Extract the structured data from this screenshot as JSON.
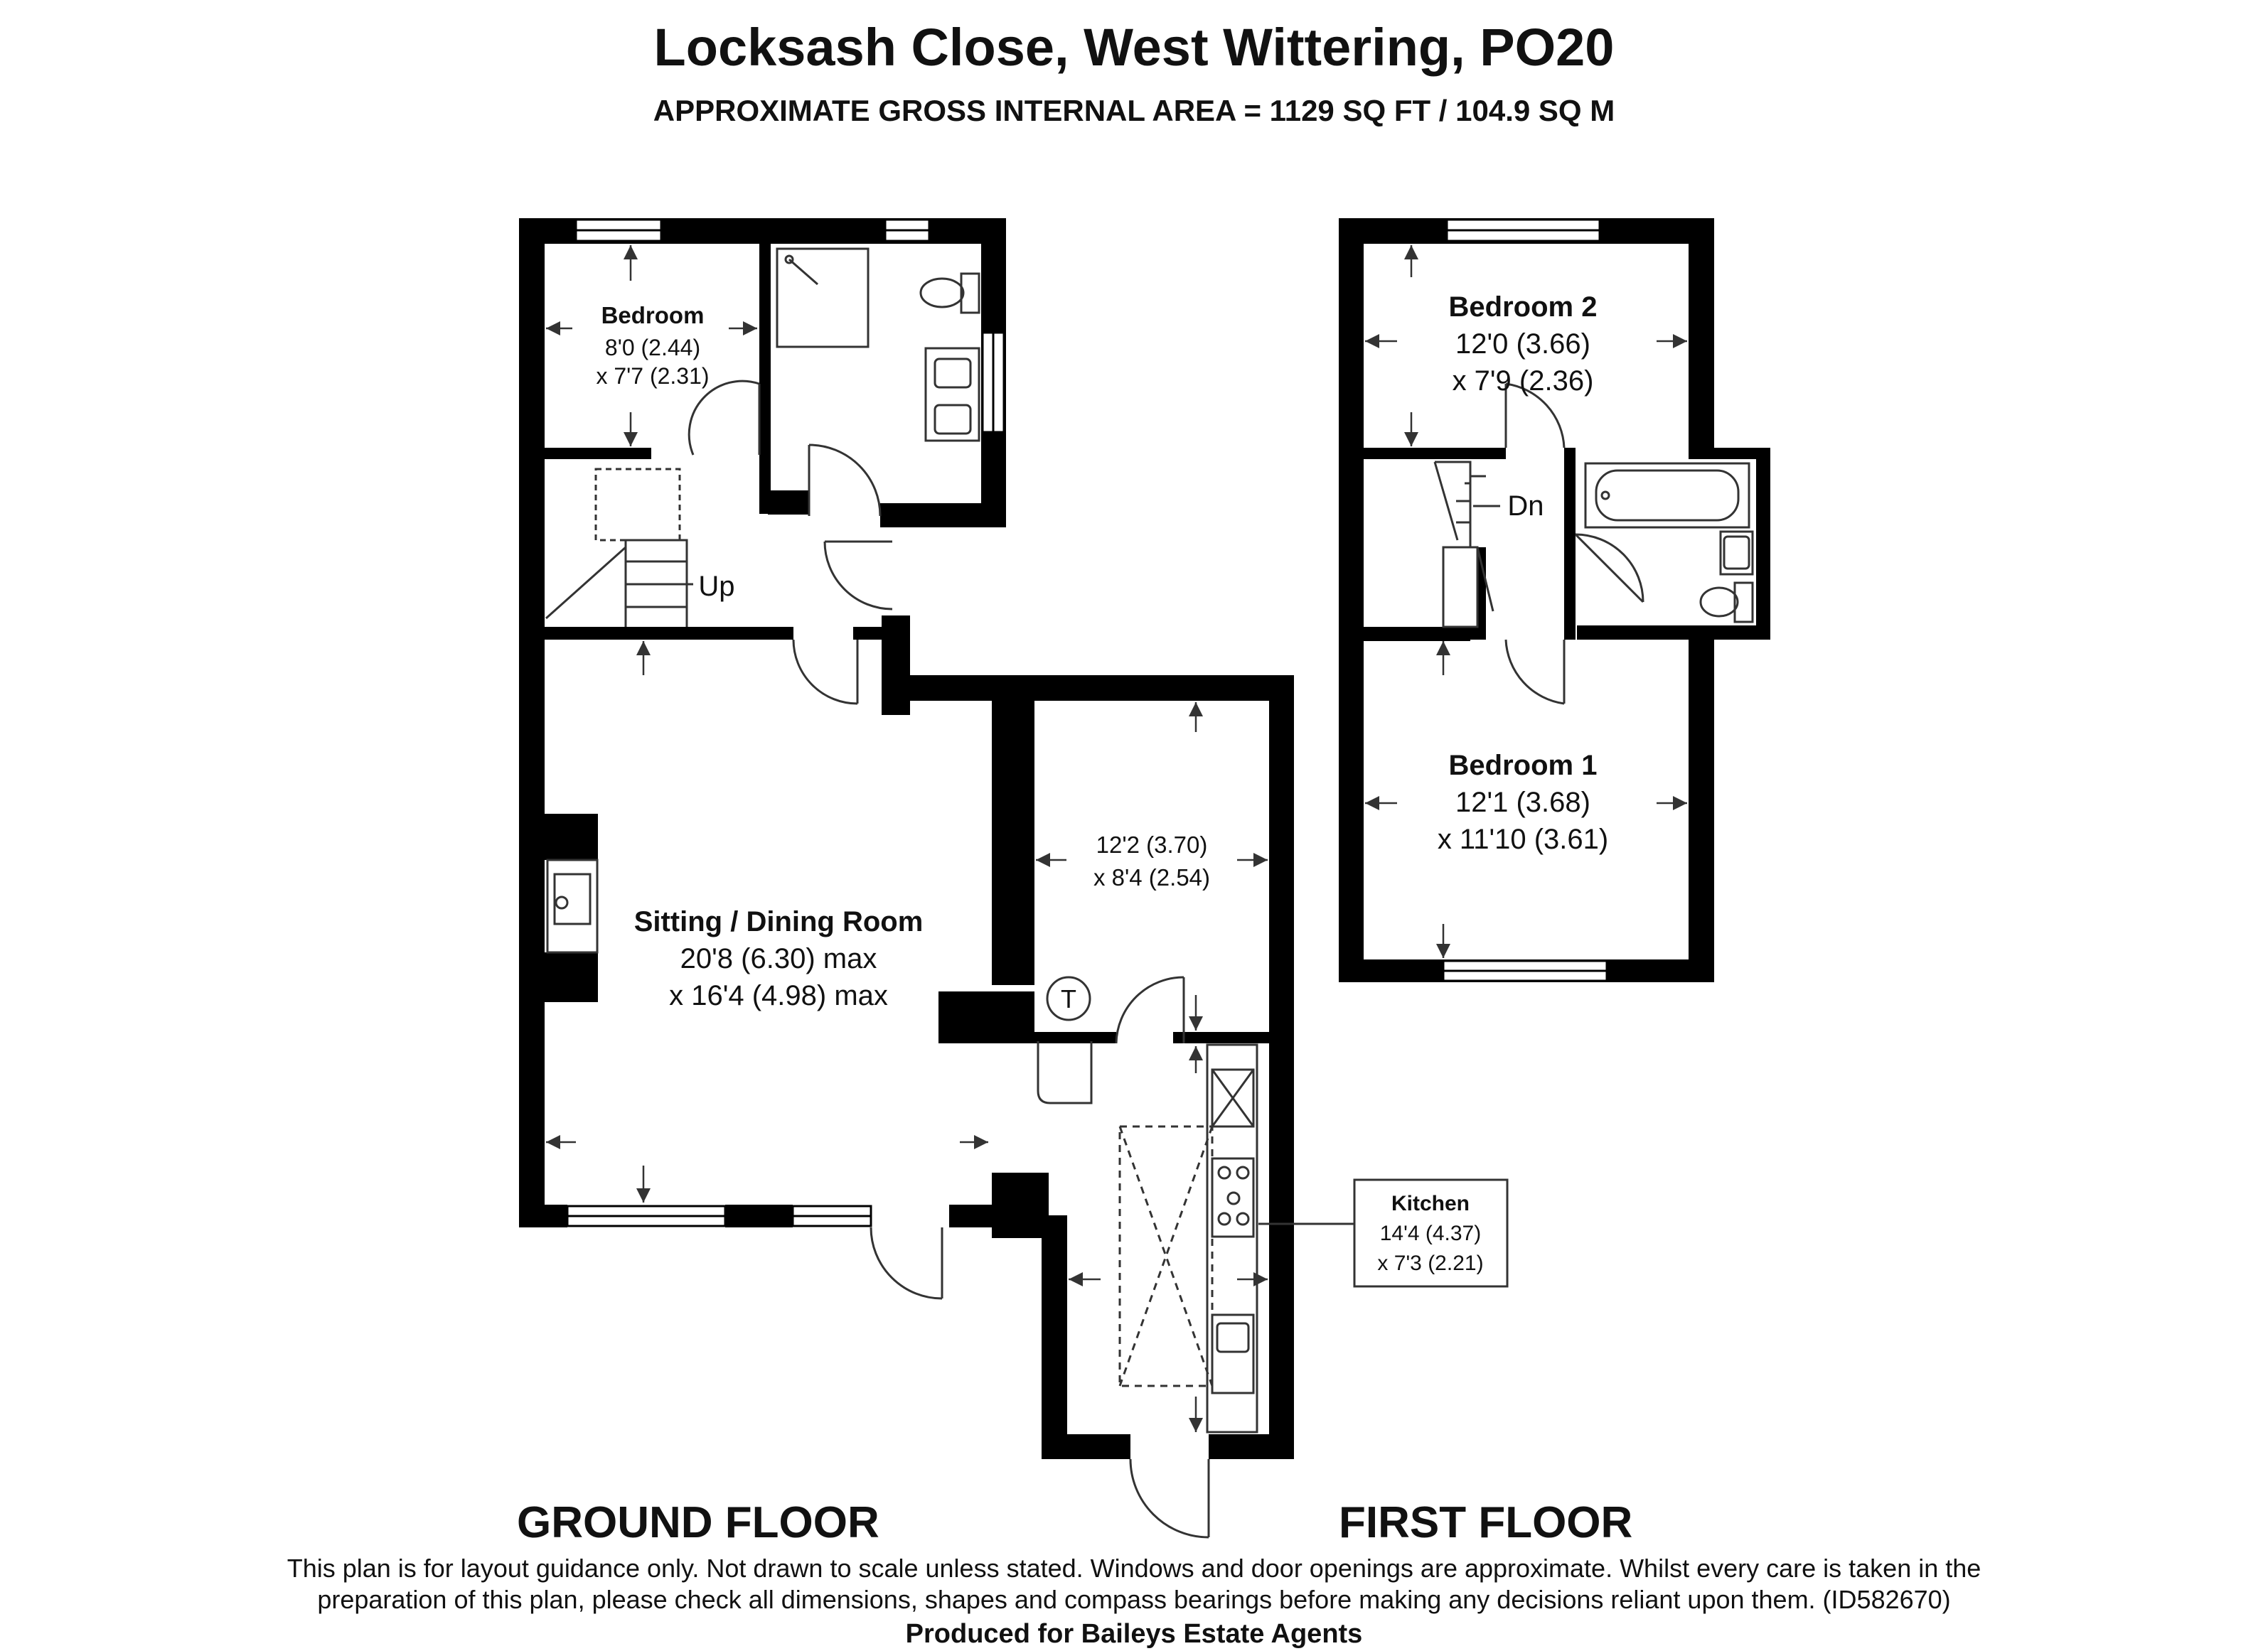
{
  "header": {
    "title": "Locksash Close, West Wittering, PO20",
    "subtitle": "APPROXIMATE GROSS INTERNAL AREA = 1129 SQ FT / 104.9 SQ M"
  },
  "floors": {
    "ground": "GROUND FLOOR",
    "first": "FIRST FLOOR"
  },
  "rooms": {
    "bedroom_ground": {
      "name": "Bedroom",
      "dim1": "8'0 (2.44)",
      "dim2": "x 7'7 (2.31)"
    },
    "study": {
      "dim1": "12'2 (3.70)",
      "dim2": "x 8'4 (2.54)"
    },
    "sitting": {
      "name": "Sitting / Dining Room",
      "dim1": "20'8 (6.30) max",
      "dim2": "x 16'4 (4.98) max"
    },
    "kitchen": {
      "name": "Kitchen",
      "dim1": "14'4 (4.37)",
      "dim2": "x 7'3 (2.21)"
    },
    "bedroom2": {
      "name": "Bedroom 2",
      "dim1": "12'0 (3.66)",
      "dim2": "x 7'9 (2.36)"
    },
    "bedroom1": {
      "name": "Bedroom 1",
      "dim1": "12'1 (3.68)",
      "dim2": "x 11'10 (3.61)"
    }
  },
  "stairs": {
    "up": "Up",
    "down": "Dn"
  },
  "symbols": {
    "thermostat": "T"
  },
  "footer": {
    "line1": "This plan is for layout guidance only. Not drawn to scale unless stated. Windows and door openings are approximate. Whilst every care is taken in the",
    "line2": "preparation of this plan, please check all dimensions, shapes and compass bearings before making any decisions reliant upon them. (ID582670)",
    "produced": "Produced for Baileys Estate Agents"
  },
  "colors": {
    "wall": "#000000",
    "line": "#333333",
    "background": "#ffffff"
  }
}
